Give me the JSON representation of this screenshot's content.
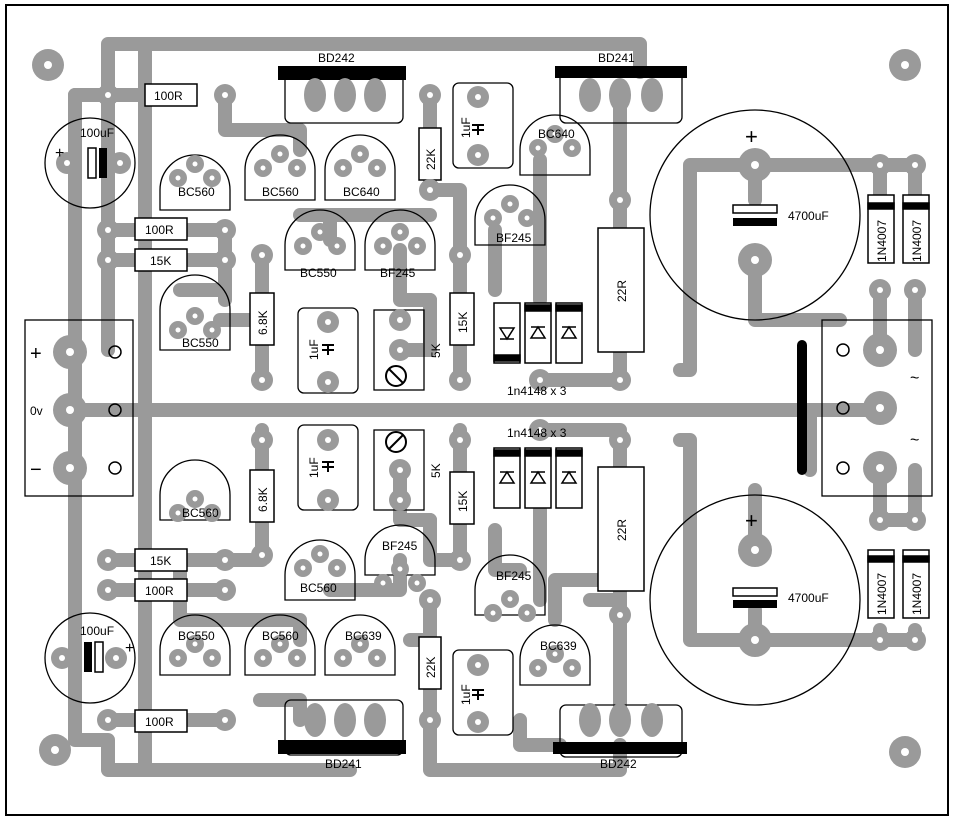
{
  "colors": {
    "trace": "#9a9a9a",
    "pad": "#9a9a9a",
    "ink": "#000000",
    "board": "#ffffff"
  },
  "labels": {
    "q_top_out_left": "BD242",
    "q_top_out_right": "BD241",
    "q_bot_out_left": "BD241",
    "q_bot_out_right": "BD242",
    "q_bc560_a": "BC560",
    "q_bc560_b": "BC560",
    "q_bc640_a": "BC640",
    "q_bc640_b": "BC640",
    "q_bc550_a": "BC550",
    "q_bf245_a": "BF245",
    "q_bf245_b": "BF245",
    "q_bc550_b": "BC550",
    "q_bc560_c": "BC560",
    "q_bf245_c": "BF245",
    "q_bc560_d": "BC560",
    "q_bf245_d": "BF245",
    "q_bc550_c": "BC550",
    "q_bc560_e": "BC560",
    "q_bc639_a": "BC639",
    "q_bc639_b": "BC639",
    "r_100r_a": "100R",
    "r_100r_b": "100R",
    "r_15k_a": "15K",
    "r_22k_a": "22K",
    "r_68k_a": "6.8K",
    "r_15k_b": "15K",
    "r_22r_a": "22R",
    "r_5k_a": "5K",
    "r_68k_b": "6.8K",
    "r_15k_c": "15K",
    "r_15k_d": "15K",
    "r_100r_c": "100R",
    "r_100r_d": "100R",
    "r_22k_b": "22K",
    "r_22r_b": "22R",
    "r_5k_b": "5K",
    "c_100uf_a": "100uF",
    "c_100uf_b": "100uF",
    "c_1uf_a": "1uF",
    "c_1uf_b": "1uF",
    "c_1uf_c": "1uF",
    "c_1uf_d": "1uF",
    "c_4700_a": "4700uF",
    "c_4700_b": "4700uF",
    "d_1n4148_a": "1n4148 x 3",
    "d_1n4148_b": "1n4148 x 3",
    "d_1n4007_a": "1N4007",
    "d_1n4007_b": "1N4007",
    "d_1n4007_c": "1N4007",
    "d_1n4007_d": "1N4007",
    "sym_plus_a": "+",
    "sym_plus_b": "+",
    "sym_plus_c": "+",
    "sym_plus_d": "+",
    "sym_plus_e": "+",
    "sym_zero": "0v",
    "sym_minus": "−",
    "sym_ac_a": "~",
    "sym_ac_b": "~"
  }
}
